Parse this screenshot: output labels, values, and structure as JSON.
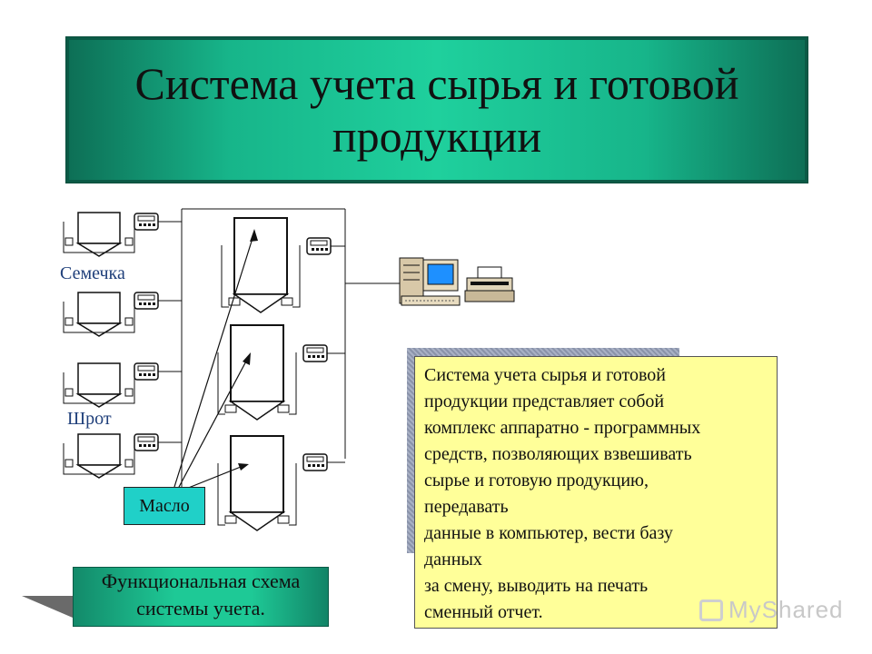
{
  "title": "Система учета сырья и готовой продукции",
  "labels": {
    "semechka": "Семечка",
    "shrot": "Шрот",
    "maslo": "Масло"
  },
  "caption": {
    "line1": "Функциональная схема",
    "line2": "системы учета."
  },
  "description": [
    "Система учета сырья и готовой",
    "продукции представляет собой",
    "комплекс аппаратно - программных",
    "средств, позволяющих взвешивать",
    "сырье и готовую продукцию,",
    "передавать",
    "данные в компьютер, вести базу",
    "данных",
    "за смену, выводить на печать",
    "сменный отчет."
  ],
  "watermark": "MyShared",
  "colors": {
    "title_bg": "#1fd09d",
    "caption_bg": "#1ec996",
    "maslo_bg": "#20d0c8",
    "desc_bg": "#ffff99",
    "label_text": "#1f3f7a"
  }
}
